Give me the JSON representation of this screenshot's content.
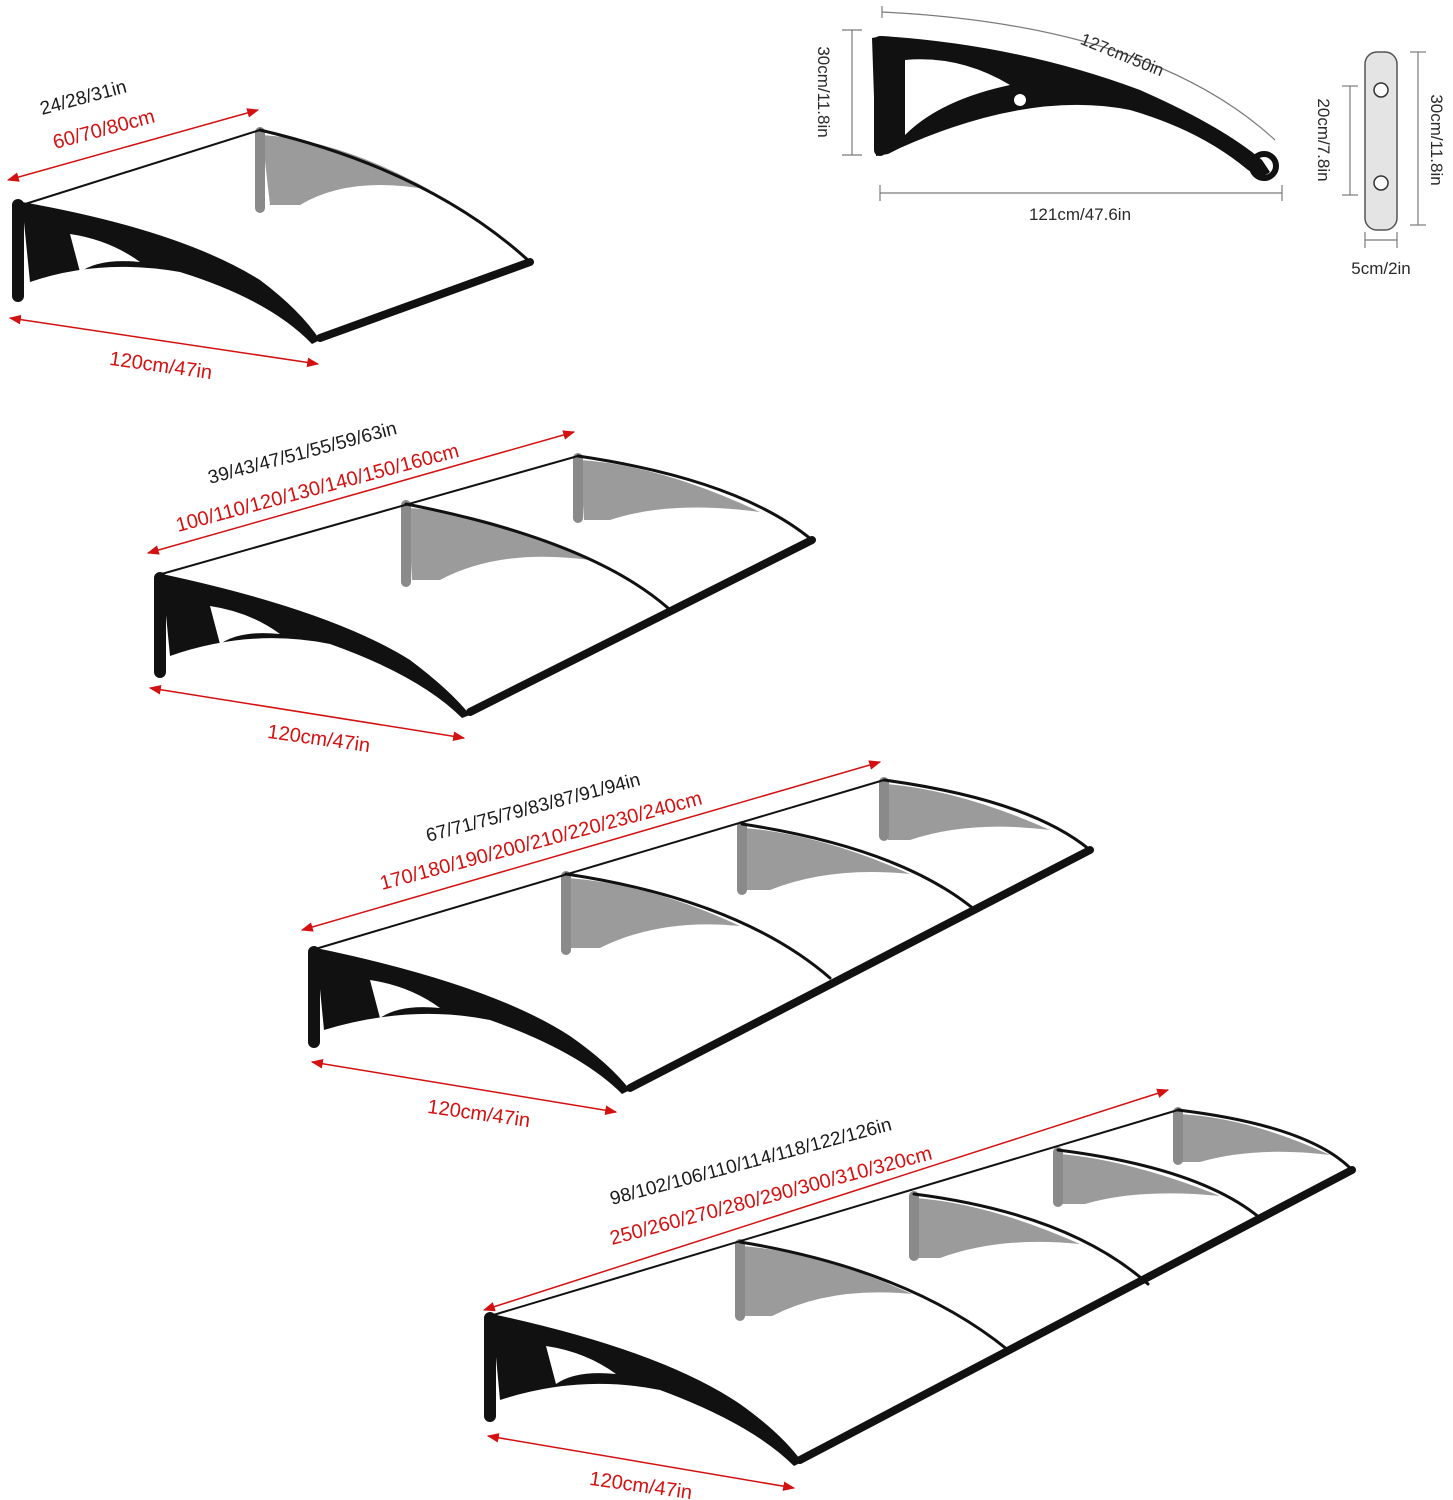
{
  "detail": {
    "arm_arc_length": "127cm/50in",
    "arm_height": "30cm/11.8in",
    "arm_length": "121cm/47.6in",
    "plate_height": "30cm/11.8in",
    "hole_spacing": "20cm/7.8in",
    "plate_width": "5cm/2in"
  },
  "variants": [
    {
      "width_in": "24/28/31in",
      "width_cm": "60/70/80cm",
      "depth": "120cm/47in"
    },
    {
      "width_in": "39/43/47/51/55/59/63in",
      "width_cm": "100/110/120/130/140/150/160cm",
      "depth": "120cm/47in"
    },
    {
      "width_in": "67/71/75/79/83/87/91/94in",
      "width_cm": "170/180/190/200/210/220/230/240cm",
      "depth": "120cm/47in"
    },
    {
      "width_in": "98/102/106/110/114/118/122/126in",
      "width_cm": "250/260/270/280/290/300/310/320cm",
      "depth": "120cm/47in"
    }
  ],
  "colors": {
    "annotation_red": "#d41010",
    "frame_black": "#111111",
    "bracket_grey": "#8a8a8a"
  }
}
